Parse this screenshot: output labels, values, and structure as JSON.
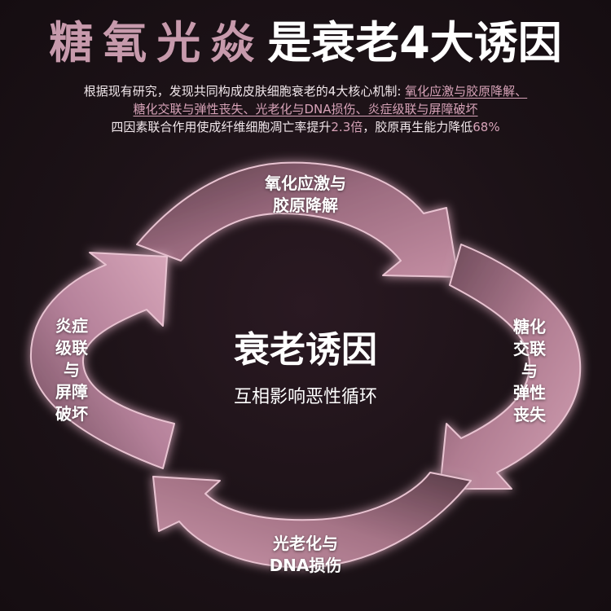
{
  "header": {
    "title_pink": "糖氧光焱",
    "title_white": "是衰老4大诱因"
  },
  "description": {
    "line1_prefix": "根据现有研究，发现共同构成皮肤细胞衰老的4大核心机制: ",
    "line1_highlight": "氧化应激与胶原降解、",
    "line2_highlight": "糖化交联与弹性丧失、光老化与DNA损伤、炎症级联与屏障破坏",
    "line3_a": "四因素联合作用使成纤维细胞凋亡率提升",
    "line3_num1": "2.3倍",
    "line3_b": "，胶原再生能力降低",
    "line3_num2": "68%"
  },
  "center": {
    "title": "衰老诱因",
    "subtitle": "互相影响恶性循环"
  },
  "nodes": {
    "top_line1": "氧化应激与",
    "top_line2": "胶原降解",
    "right": [
      "糖化",
      "交联",
      "与",
      "弹性",
      "丧失"
    ],
    "bottom_line1": "光老化与",
    "bottom_line2": "DNA损伤",
    "left": [
      "炎症",
      "级联",
      "与",
      "屏障",
      "破坏"
    ]
  },
  "colors": {
    "accent_pink": "#c79aac",
    "arrow_fill": "#b47f93",
    "background": "#1c1217"
  }
}
